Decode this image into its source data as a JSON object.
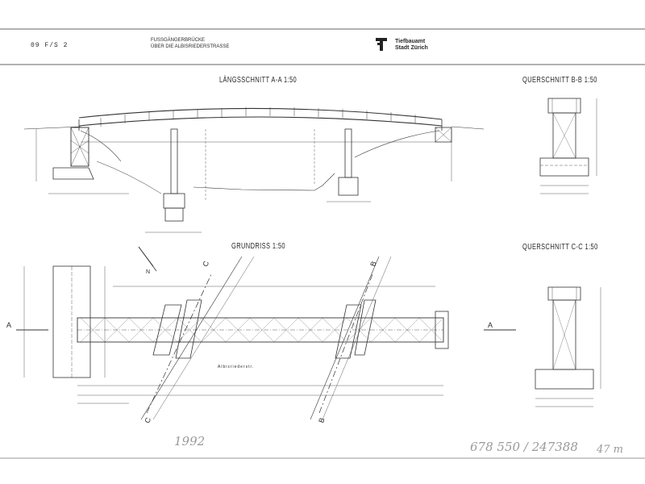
{
  "header": {
    "drawing_code": "09   F/S   2",
    "project_line1": "FUSSGÄNGERBRÜCKE",
    "project_line2": "ÜBER DIE ALBISRIEDERSTRASSE",
    "office_line1": "Tiefbauamt",
    "office_line2": "Stadt Zürich"
  },
  "views": {
    "longitudinal": "LÄNGSSCHNITT A-A  1:50",
    "cross_bb": "QUERSCHNITT B-B  1:50",
    "plan": "GRUNDRISS  1:50",
    "cross_cc": "QUERSCHNITT C-C  1:50"
  },
  "section_marks": {
    "a_left": "A",
    "a_right": "A",
    "b": "B",
    "c": "C"
  },
  "plan_labels": {
    "street": "Albisriederstr.",
    "north": "N"
  },
  "handwriting": {
    "year": "1992",
    "archive_no": "678 550 / 247388",
    "sheet_no": "47 m"
  }
}
